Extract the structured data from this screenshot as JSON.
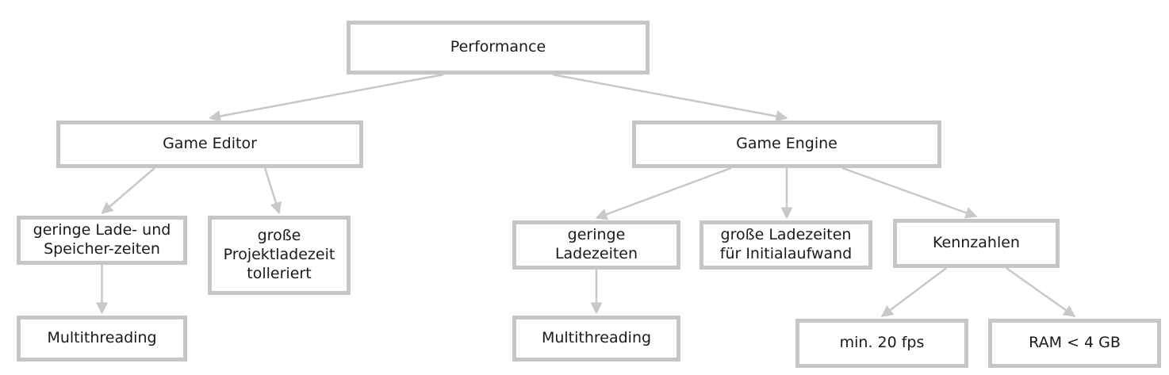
{
  "nodes": {
    "performance": "Performance",
    "game_editor": "Game Editor",
    "game_engine": "Game Engine",
    "editor_load_save": "geringe Lade- und\nSpeicher-zeiten",
    "editor_project_load": "große\nProjektladezeit\ntolleriert",
    "editor_multithreading": "Multithreading",
    "engine_load": "geringe\nLadezeiten",
    "engine_initial": "große Ladezeiten\nfür Initialaufwand",
    "engine_metrics": "Kennzahlen",
    "engine_multithreading": "Multithreading",
    "metric_fps": "min. 20 fps",
    "metric_ram": "RAM < 4 GB"
  },
  "edges": [
    [
      "performance",
      "game_editor"
    ],
    [
      "performance",
      "game_engine"
    ],
    [
      "game_editor",
      "editor_load_save"
    ],
    [
      "game_editor",
      "editor_project_load"
    ],
    [
      "editor_load_save",
      "editor_multithreading"
    ],
    [
      "game_engine",
      "engine_load"
    ],
    [
      "game_engine",
      "engine_initial"
    ],
    [
      "game_engine",
      "engine_metrics"
    ],
    [
      "engine_load",
      "engine_multithreading"
    ],
    [
      "engine_metrics",
      "metric_fps"
    ],
    [
      "engine_metrics",
      "metric_ram"
    ]
  ],
  "colors": {
    "box_border": "#c6c6c6",
    "connector": "#c8c8c8",
    "text": "#1a1a1a"
  }
}
